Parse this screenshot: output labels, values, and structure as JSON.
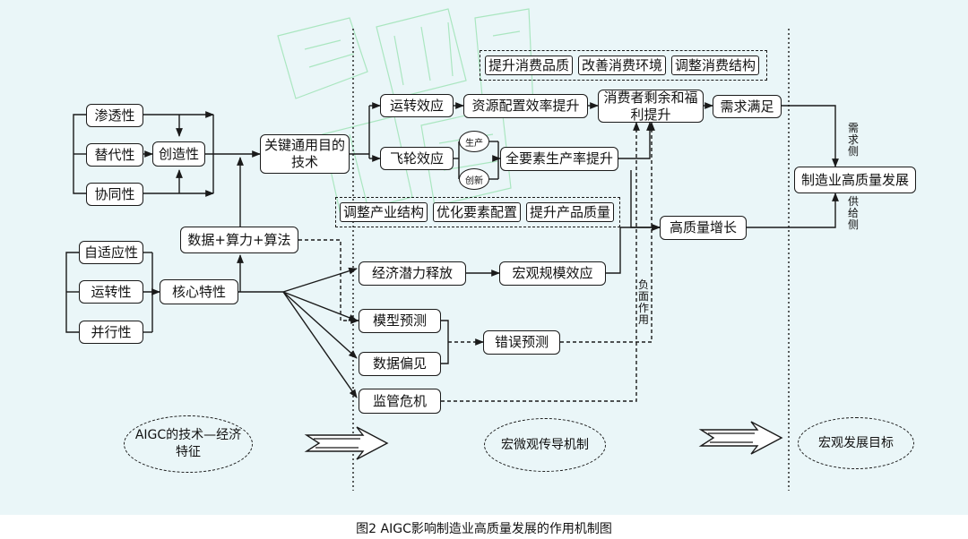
{
  "features": {
    "seepage": "渗透性",
    "substitution": "替代性",
    "synergy": "协同性",
    "creativity": "创造性",
    "adaptive": "自适应性",
    "operation": "运转性",
    "parallel": "并行性",
    "core": "核心特性",
    "data_compute_algo": "数据+算力+算法",
    "key_tech": "关键通用目的\n技术"
  },
  "mechanism": {
    "operation_effect": "运转效应",
    "flywheel_effect": "飞轮效应",
    "resource_efficiency": "资源配置效率提升",
    "tfp": "全要素生产率提升",
    "surplus_welfare": "消费者剩余和福\n利提升",
    "demand_met": "需求满足",
    "production": "生产",
    "innovation": "创新",
    "econ_potential": "经济潜力释放",
    "macro_scale": "宏观规模效应",
    "hq_growth": "高质量增长",
    "model_prediction": "模型预测",
    "data_bias": "数据偏见",
    "regulatory_crisis": "监管危机",
    "error_prediction": "错误预测",
    "negative_effect": "负面作用"
  },
  "consumption_group": [
    "提升消费品质",
    "改善消费环境",
    "调整消费结构"
  ],
  "industry_group": [
    "调整产业结构",
    "优化要素配置",
    "提升产品质量"
  ],
  "goal": {
    "hq_development": "制造业高质量发展",
    "demand_side": "需求侧",
    "supply_side": "供给侧"
  },
  "section_labels": {
    "tech_econ": "AIGC的技术—经济\n特征",
    "transmission": "宏微观传导机制",
    "macro_goal": "宏观发展目标"
  },
  "caption": "图2    AIGC影响制造业高质量发展的作用机制图",
  "colors": {
    "panel": "#eaf6f8",
    "line": "#1a1a1a",
    "watermark": "#34c95a"
  }
}
